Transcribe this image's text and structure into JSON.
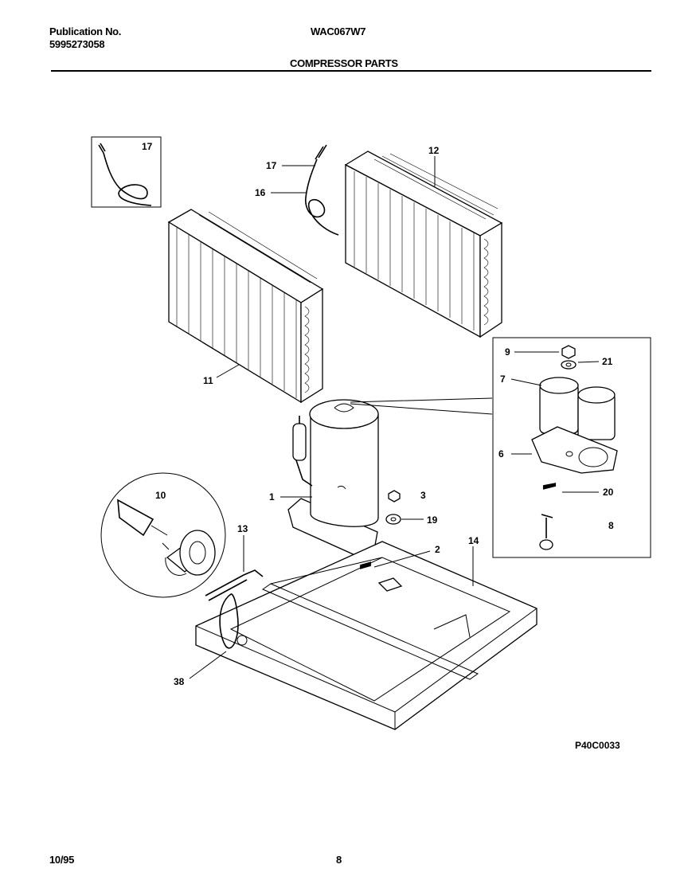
{
  "header": {
    "publication_label": "Publication No.",
    "publication_number": "5995273058",
    "model": "WAC067W7",
    "section_title": "COMPRESSOR PARTS"
  },
  "callouts": {
    "c1": "1",
    "c2": "2",
    "c3": "3",
    "c6": "6",
    "c7": "7",
    "c8": "8",
    "c9": "9",
    "c10": "10",
    "c11": "11",
    "c12": "12",
    "c13": "13",
    "c14": "14",
    "c16": "16",
    "c17_inset": "17",
    "c17": "17",
    "c19": "19",
    "c20": "20",
    "c21": "21",
    "c38": "38"
  },
  "drawing_code": "P40C0033",
  "footer": {
    "date": "10/95",
    "page": "8"
  }
}
